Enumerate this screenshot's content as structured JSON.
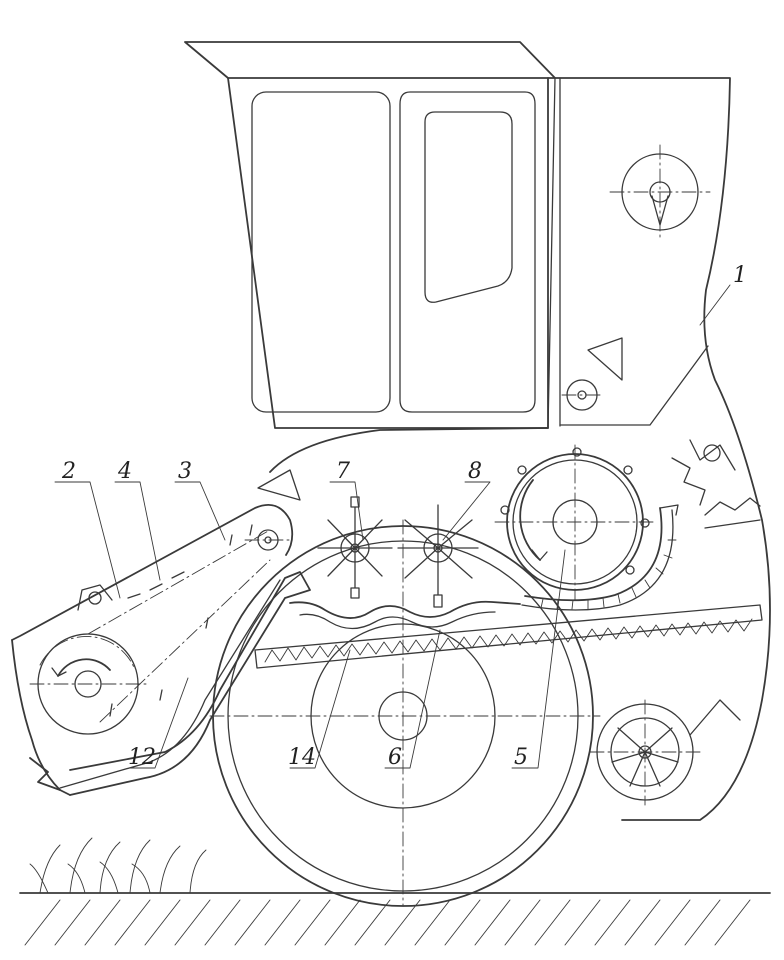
{
  "diagram": {
    "callouts": [
      {
        "id": "1",
        "label": "1",
        "part": "body"
      },
      {
        "id": "2",
        "label": "2",
        "part": "feeder-lower-drum"
      },
      {
        "id": "3",
        "label": "3",
        "part": "feeder-upper-drum"
      },
      {
        "id": "4",
        "label": "4",
        "part": "feeder-chain-conveyor"
      },
      {
        "id": "5",
        "label": "5",
        "part": "threshing-drum"
      },
      {
        "id": "6",
        "label": "6",
        "part": "concave"
      },
      {
        "id": "7",
        "label": "7",
        "part": "front-beater"
      },
      {
        "id": "8",
        "label": "8",
        "part": "rear-beater"
      },
      {
        "id": "12",
        "label": "12",
        "part": "feeder-housing"
      },
      {
        "id": "14",
        "label": "14",
        "part": "grain-pan"
      }
    ],
    "colors": {
      "line": "#3a3a3a",
      "background": "#ffffff"
    }
  }
}
